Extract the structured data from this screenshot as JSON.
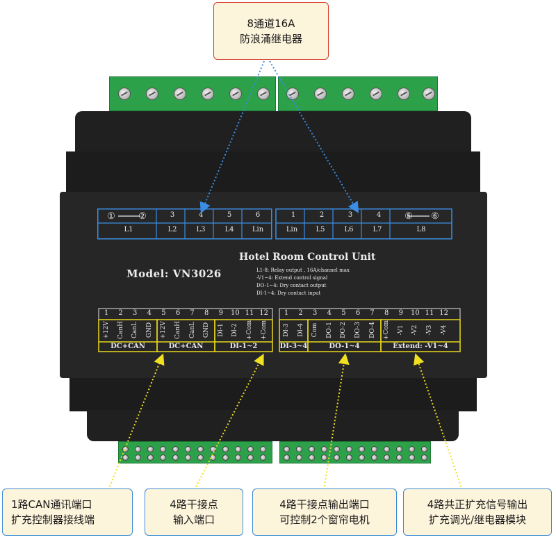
{
  "top_callout": {
    "line1": "8通道16A",
    "line2": "防浪涌继电器"
  },
  "relay_top_numbers": [
    "①",
    "②",
    "3",
    "4",
    "5",
    "6",
    "1",
    "2",
    "3",
    "4",
    "⑤",
    "⑥"
  ],
  "relay_labels": [
    "L1",
    "L2",
    "L3",
    "L4",
    "Lin",
    "Lin",
    "L5",
    "L6",
    "L7",
    "L8"
  ],
  "unit_title": "Hotel Room Control Unit",
  "model": "Model: VN3026",
  "legend": [
    "L1-8:  Relay output , 16A/channel max",
    "-V1~4: Extend control signal",
    "DO-1~4:  Dry contact output",
    "DI-1~4:  Dry contact input"
  ],
  "left_block": {
    "numbers": [
      "1",
      "2",
      "3",
      "4",
      "5",
      "6",
      "7",
      "8",
      "9",
      "10",
      "11",
      "12"
    ],
    "pins": [
      "+12V",
      "CanH",
      "CanL",
      "GND",
      "+12V",
      "CanH",
      "CanL",
      "GND",
      "DI-1",
      "DI-2",
      "+Com",
      "+Com"
    ],
    "groups": [
      "DC+CAN",
      "DC+CAN",
      "DI-1~2"
    ]
  },
  "right_block": {
    "numbers": [
      "1",
      "2",
      "3",
      "4",
      "5",
      "6",
      "7",
      "8",
      "9",
      "10",
      "11",
      "12"
    ],
    "pins": [
      "DI-3",
      "DI-4",
      "Com",
      "DO-1",
      "DO-2",
      "DO-3",
      "DO-4",
      "+Com",
      "-V1",
      "-V2",
      "-V3",
      "-V4"
    ],
    "groups": [
      "DI-3~4",
      "DO-1~4",
      "Extend: -V1~4"
    ]
  },
  "bottom_callouts": [
    {
      "line1": "1路CAN通讯端口",
      "line2": "扩充控制器接线端"
    },
    {
      "line1": "4路干接点",
      "line2": "输入端口"
    },
    {
      "line1": "4路干接点输出端口",
      "line2": "可控制2个窗帘电机"
    },
    {
      "line1": "4路共正扩充信号输出",
      "line2": "扩充调光/继电器模块"
    }
  ],
  "colors": {
    "relay_frame": "#3a8ee6",
    "io_frame": "#e8d81c",
    "terminal": "#2da14a",
    "callout_fill": "#fdf4dc"
  }
}
